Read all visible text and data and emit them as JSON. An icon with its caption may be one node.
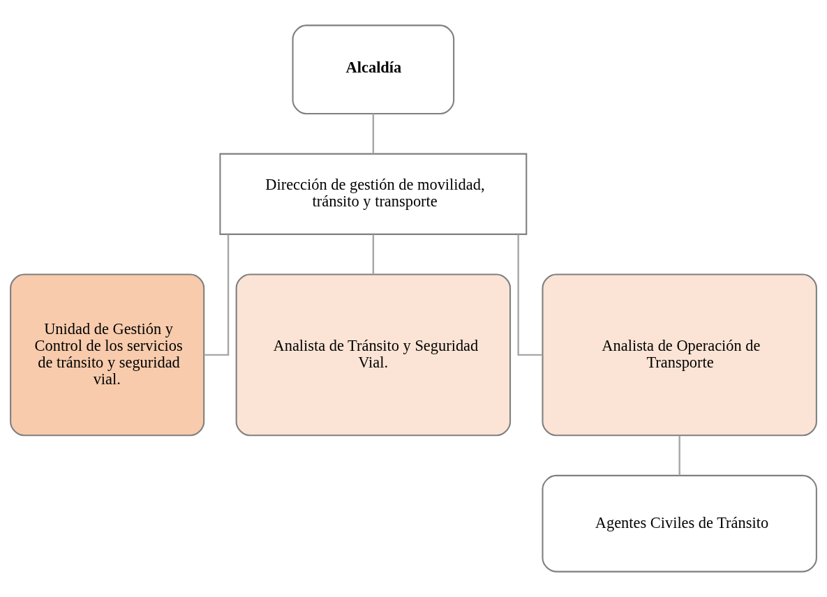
{
  "diagram": {
    "nodes": [
      {
        "text": [
          "Alcaldía"
        ]
      },
      {
        "text": [
          "Dirección de gestión de movilidad, tránsito y transporte"
        ]
      },
      {
        "text": [
          "Unidad de Gestión y Control de los servicios de tránsito y seguridad vial."
        ]
      },
      {
        "text": [
          "Analista de Tránsito y Seguridad Vial."
        ]
      },
      {
        "text": [
          "Analista de Operación de Transporte"
        ]
      },
      {
        "text": [
          "Agentes Civiles de Tránsito"
        ]
      }
    ],
    "edges": [
      {
        "from": 0,
        "to": 1,
        "arrow": "none"
      },
      {
        "from": 1,
        "to": 2,
        "arrow": "none"
      },
      {
        "from": 1,
        "to": 3,
        "arrow": "none"
      },
      {
        "from": 1,
        "to": 4,
        "arrow": "none"
      },
      {
        "from": 4,
        "to": 5,
        "arrow": "none"
      }
    ]
  }
}
